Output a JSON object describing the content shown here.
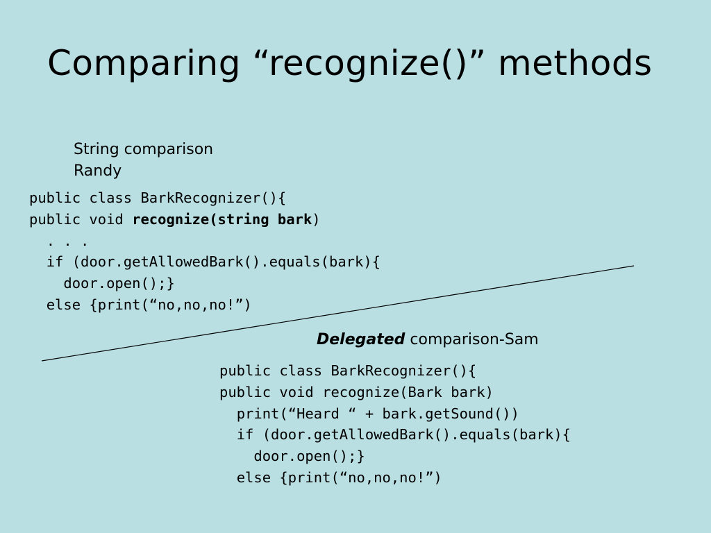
{
  "slide": {
    "title": "Comparing “recognize()” methods",
    "section_a": {
      "label_line1": "String comparison",
      "label_line2": "Randy",
      "code": [
        {
          "indent": "",
          "pre": "public class BarkRecognizer(){",
          "bold": "",
          "post": ""
        },
        {
          "indent": "",
          "pre": "public void ",
          "bold": "recognize(string bark",
          "post": ")"
        },
        {
          "indent": "  ",
          "pre": ". . .",
          "bold": "",
          "post": ""
        },
        {
          "indent": "  ",
          "pre": "if (door.getAllowedBark().equals(bark){",
          "bold": "",
          "post": ""
        },
        {
          "indent": "    ",
          "pre": "door.open();}",
          "bold": "",
          "post": ""
        },
        {
          "indent": "  ",
          "pre": "else {print(“no,no,no!”)",
          "bold": "",
          "post": ""
        }
      ]
    },
    "section_b": {
      "label_emphasis": "Delegated",
      "label_rest": " comparison-Sam",
      "code": [
        {
          "indent": "",
          "text": "public class BarkRecognizer(){"
        },
        {
          "indent": "",
          "text": "public void recognize(Bark bark)"
        },
        {
          "indent": "  ",
          "text": "print(“Heard “ + bark.getSound())"
        },
        {
          "indent": "  ",
          "text": "if (door.getAllowedBark().equals(bark){"
        },
        {
          "indent": "    ",
          "text": "door.open();}"
        },
        {
          "indent": "  ",
          "text": "else {print(“no,no,no!”)"
        }
      ]
    },
    "colors": {
      "background": "#b9dfe3",
      "text": "#000000",
      "divider": "#000000"
    }
  }
}
